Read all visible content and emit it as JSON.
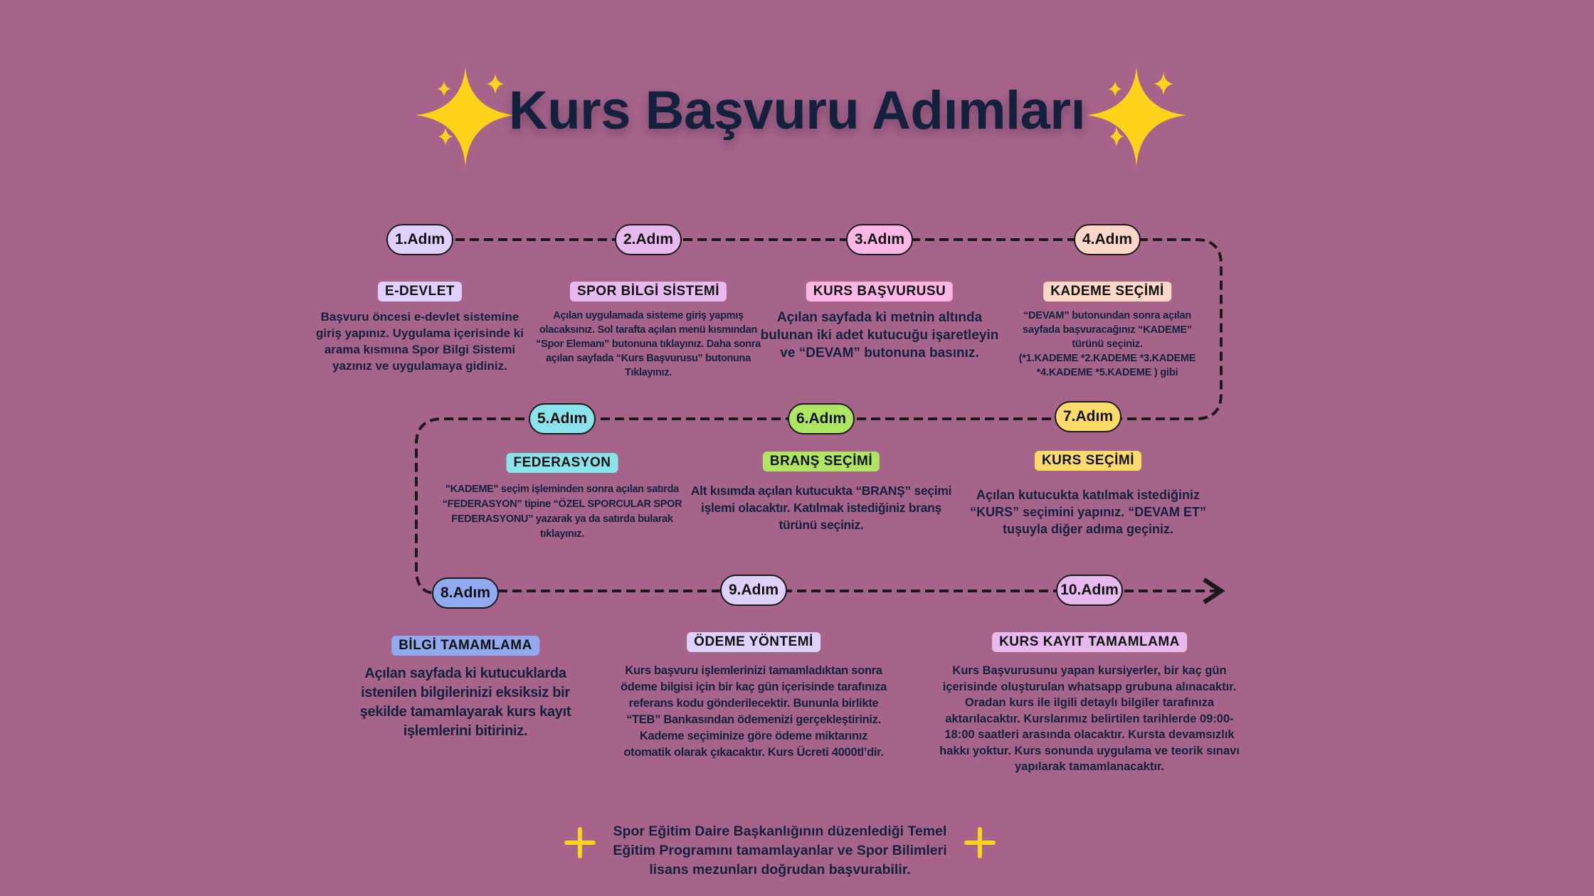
{
  "title": "Kurs Başvuru Adımları",
  "colors": {
    "background": "#a6648a",
    "title": "#13213f",
    "sparkle": "#fcd21a"
  },
  "steps": [
    {
      "step": "1.Adım",
      "label": "E-DEVLET",
      "color": "#ddd0fb",
      "desc": [
        "Başvuru öncesi e-devlet sistemine",
        "giriş yapınız. Uygulama içerisinde ki",
        "arama kısmına Spor Bilgi Sistemi",
        "yazınız ve uygulamaya gidiniz."
      ]
    },
    {
      "step": "2.Adım",
      "label": "SPOR BİLGİ SİSTEMİ",
      "color": "#e8b9ef",
      "desc": [
        "Açılan uygulamada sisteme giriş yapmış",
        "olacaksınız. Sol tarafta açılan menü kısmından",
        "“Spor Elemanı” butonuna tıklayınız. Daha sonra",
        "açılan sayfada “Kurs Başvurusu” butonuna",
        "Tıklayınız."
      ]
    },
    {
      "step": "3.Adım",
      "label": "KURS BAŞVURUSU",
      "color": "#fbb6e6",
      "desc": [
        "Açılan sayfada ki metnin altında",
        "bulunan iki adet kutucuğu işaretleyin",
        "ve “DEVAM” butonuna basınız."
      ]
    },
    {
      "step": "4.Adım",
      "label": "KADEME SEÇİMİ",
      "color": "#fcd6c6",
      "desc": [
        "“DEVAM” butonundan sonra açılan",
        "sayfada başvuracağınız “KADEME”",
        "türünü seçiniz.",
        "(*1.KADEME *2.KADEME *3.KADEME",
        "*4.KADEME *5.KADEME ) gibi"
      ]
    },
    {
      "step": "5.Adım",
      "label": "FEDERASYON",
      "color": "#8ae3ea",
      "desc": [
        "\"KADEME\" seçim işleminden sonra açılan satırda",
        "“FEDERASYON” tipine “ÖZEL SPORCULAR SPOR",
        "FEDERASYONU” yazarak ya da satırda bularak",
        "tıklayınız."
      ]
    },
    {
      "step": "6.Adım",
      "label": "BRANŞ SEÇİMİ",
      "color": "#aee561",
      "desc": [
        "Alt kısımda açılan kutucukta “BRANŞ” seçimi",
        "işlemi olacaktır. Katılmak istediğiniz branş",
        "türünü seçiniz."
      ]
    },
    {
      "step": "7.Adım",
      "label": "KURS SEÇİMİ",
      "color": "#fcdb6b",
      "desc": [
        "Açılan kutucukta katılmak istediğiniz",
        "“KURS” seçimini yapınız. “DEVAM ET”",
        "tuşuyla diğer adıma geçiniz."
      ]
    },
    {
      "step": "8.Adım",
      "label": "BİLGİ TAMAMLAMA",
      "color": "#90a9ef",
      "desc": [
        "Açılan sayfada ki kutucuklarda",
        "istenilen bilgilerinizi eksiksiz bir",
        "şekilde tamamlayarak kurs kayıt",
        "işlemlerini bitiriniz."
      ]
    },
    {
      "step": "9.Adım",
      "label": "ÖDEME YÖNTEMİ",
      "color": "#ddd0fb",
      "desc": [
        "Kurs başvuru işlemlerinizi tamamladıktan sonra",
        "ödeme bilgisi için bir kaç gün içerisinde tarafınıza",
        "referans kodu gönderilecektir. Bununla birlikte",
        "“TEB” Bankasından ödemenizi gerçekleştiriniz.",
        "Kademe seçiminize göre ödeme miktarınız",
        "otomatik olarak çıkacaktır. Kurs Ücreti 4000tl’dir."
      ]
    },
    {
      "step": "10.Adım",
      "label": "KURS KAYIT TAMAMLAMA",
      "color": "#e8b9ef",
      "desc": [
        "Kurs Başvurusunu yapan kursiyerler, bir kaç gün",
        "içerisinde oluşturulan whatsapp grubuna alınacaktır.",
        "Oradan kurs ile ilgili detaylı bilgiler tarafınıza",
        "aktarılacaktır. Kurslarımız belirtilen tarihlerde 09:00-",
        "18:00 saatleri arasında olacaktır. Kursta devamsızlık",
        "hakkı yoktur. Kurs sonunda uygulama ve teorik sınavı",
        "yapılarak tamamlanacaktır."
      ]
    }
  ],
  "footer": {
    "lines": [
      "Spor Eğitim Daire Başkanlığının düzenlediği Temel",
      "Eğitim Programını tamamlayanlar ve Spor Bilimleri",
      "lisans mezunları doğrudan başvurabilir."
    ],
    "icon": "plus-icon"
  }
}
